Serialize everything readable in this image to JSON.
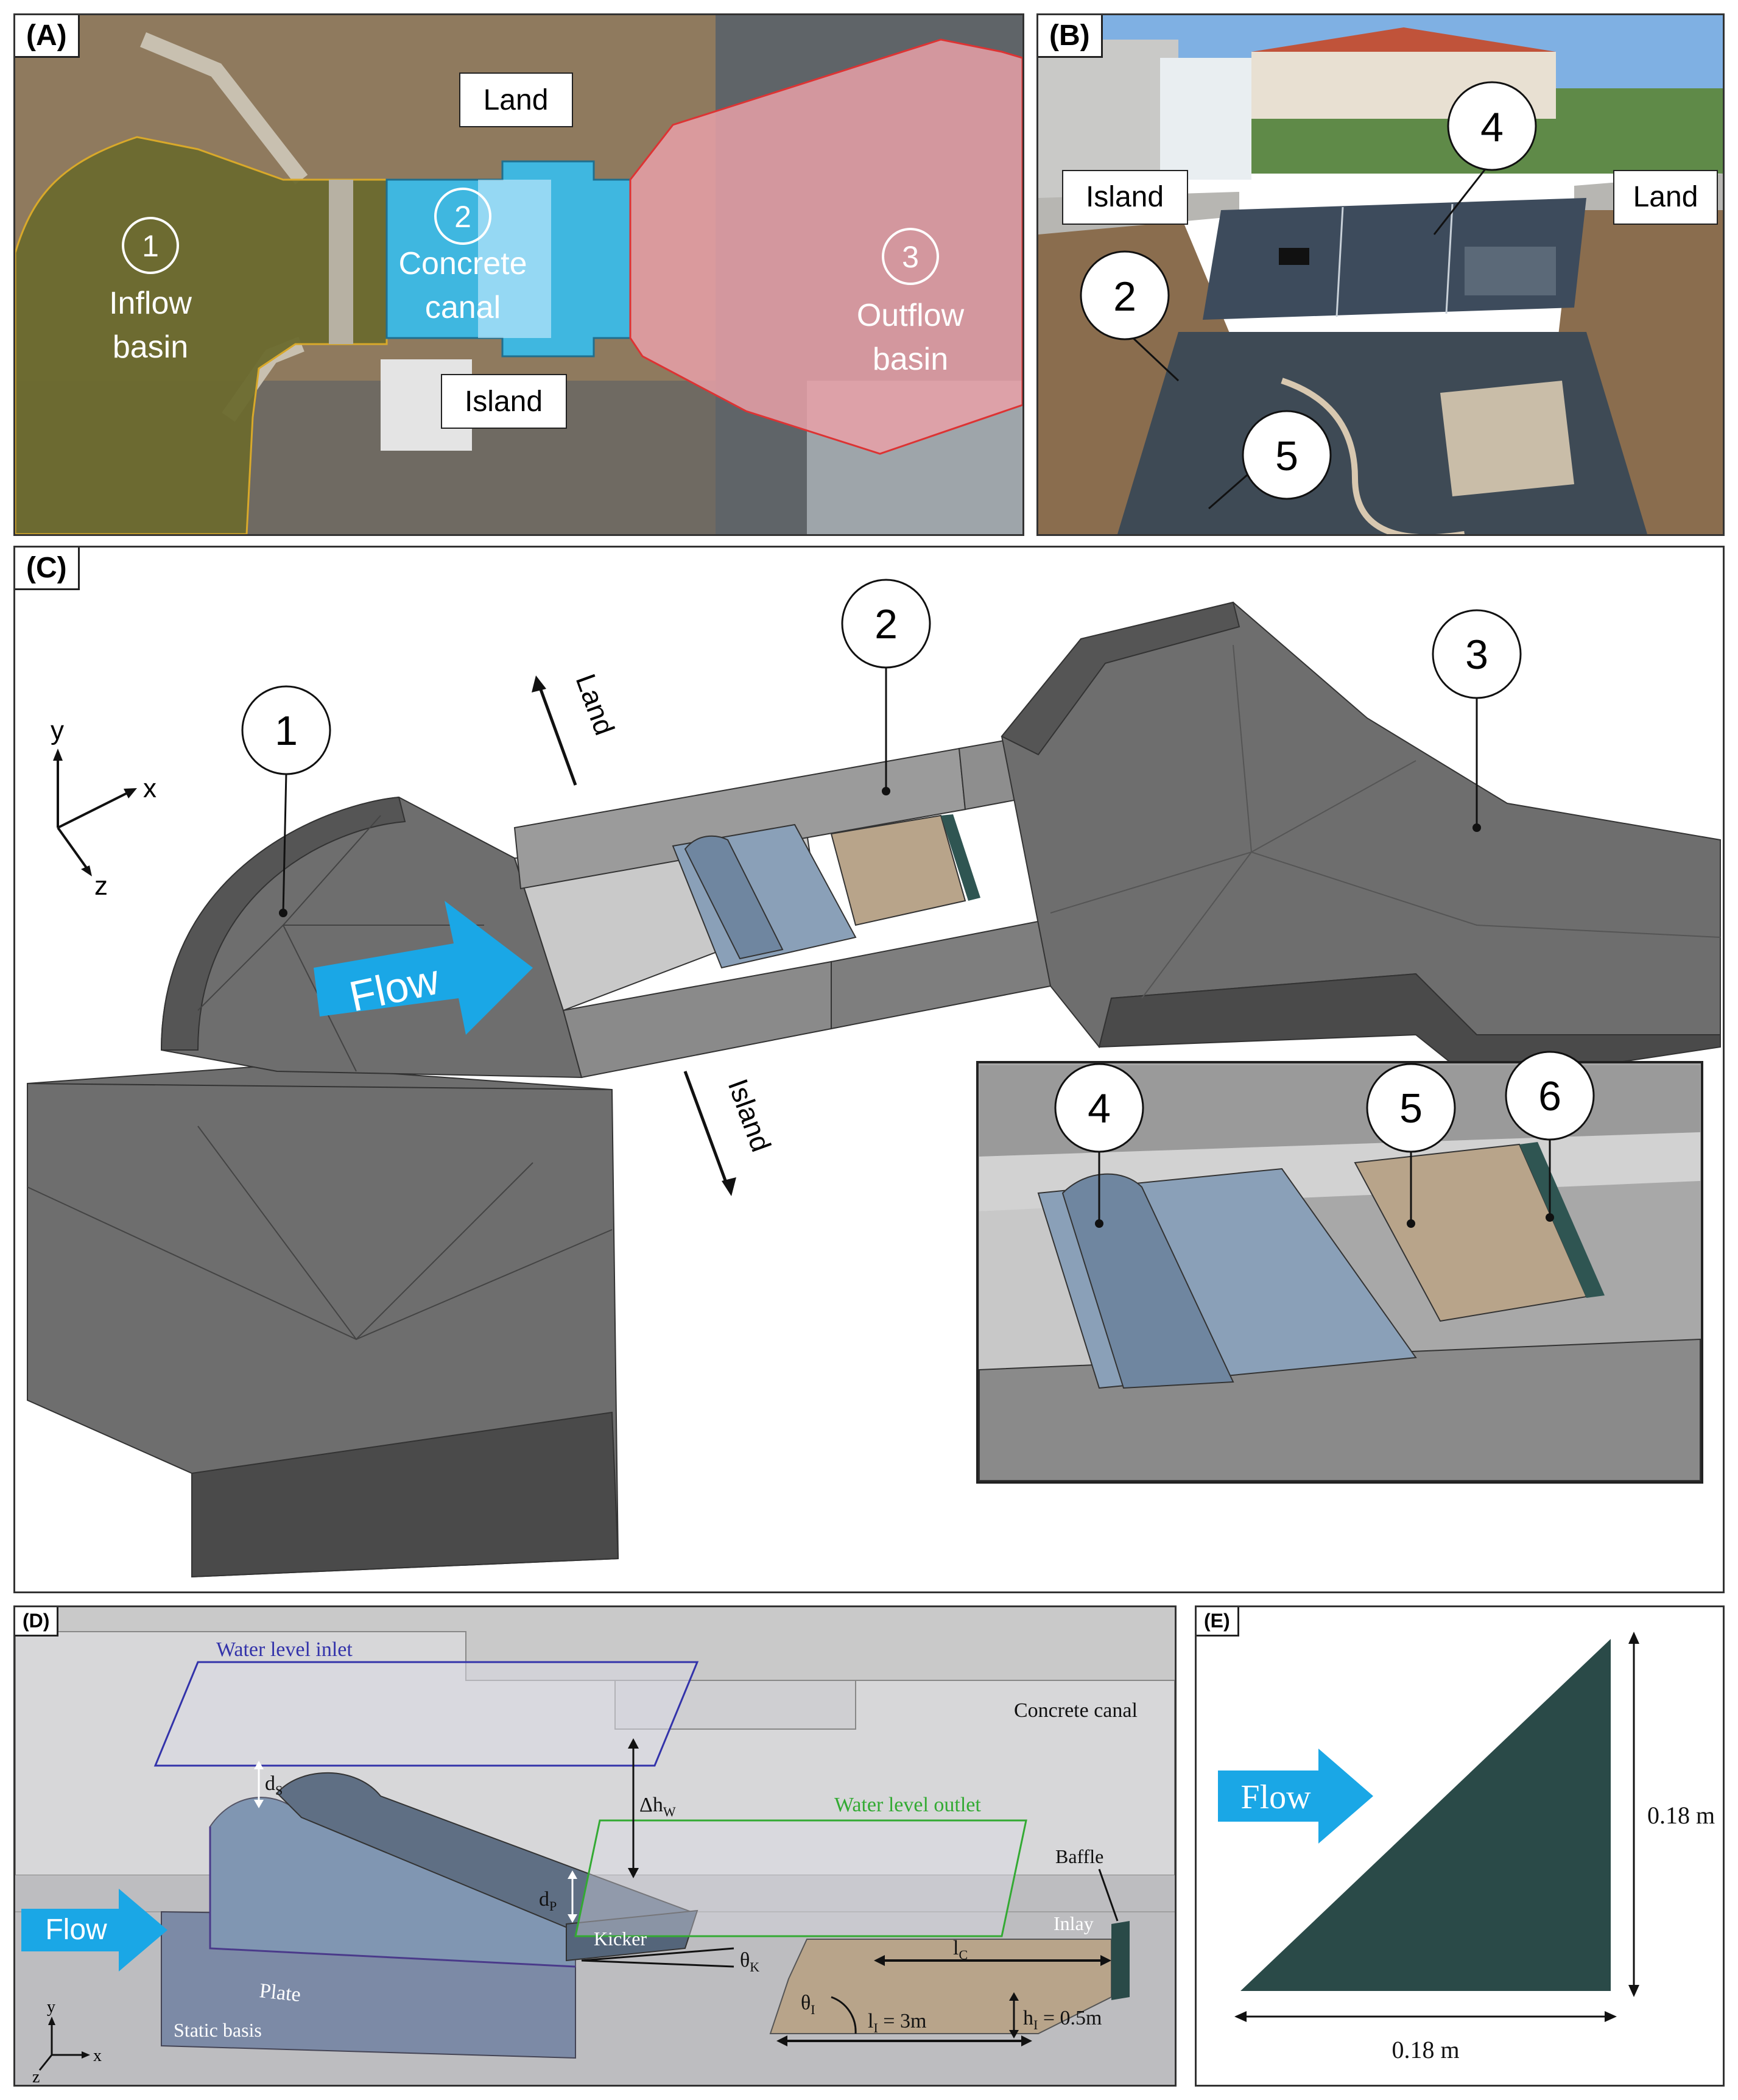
{
  "panels": {
    "A": {
      "tag": "(A)",
      "labels": {
        "land": "Land",
        "island": "Island"
      },
      "zones": [
        {
          "num": "1",
          "line1": "Inflow",
          "line2": "basin"
        },
        {
          "num": "2",
          "line1": "Concrete",
          "line2": "canal"
        },
        {
          "num": "3",
          "line1": "Outflow",
          "line2": "basin"
        }
      ],
      "colors": {
        "inflow": "#6b6a2e",
        "canal": "#3fb7e0",
        "outflow": "#e8a0a8"
      }
    },
    "B": {
      "tag": "(B)",
      "labels": {
        "island": "Island",
        "land": "Land"
      },
      "callouts": [
        "2",
        "4",
        "5"
      ]
    },
    "C": {
      "tag": "(C)",
      "axes": {
        "y": "y",
        "x": "x",
        "z": "z"
      },
      "direction_land": "Land",
      "direction_island": "Island",
      "flow": "Flow",
      "callouts": [
        "1",
        "2",
        "3"
      ],
      "inset_callouts": [
        "4",
        "5",
        "6"
      ],
      "colors": {
        "plate": "#8aa0b8",
        "inlay": "#b8a48a",
        "baffle": "#2f5552",
        "flow_arrow": "#1aa7e6"
      }
    },
    "D": {
      "tag": "(D)",
      "water_inlet": "Water level inlet",
      "water_outlet": "Water level outlet",
      "concrete_canal": "Concrete canal",
      "flow": "Flow",
      "ds": "d",
      "ds_sub": "S",
      "dp": "d",
      "dp_sub": "P",
      "dhw": "Δh",
      "dhw_sub": "W",
      "kicker": "Kicker",
      "theta_k": "θ",
      "theta_k_sub": "K",
      "plate": "Plate",
      "static_basis": "Static basis",
      "baffle": "Baffle",
      "inlay": "Inlay",
      "lc": "l",
      "lc_sub": "C",
      "theta_i": "θ",
      "theta_i_sub": "I",
      "li": "l",
      "li_sub": "I",
      "li_val": " = 3m",
      "hi": "h",
      "hi_sub": "I",
      "hi_val": " = 0.5m",
      "axes": {
        "y": "y",
        "x": "x",
        "z": "z"
      },
      "colors": {
        "inlet": "#3333aa",
        "outlet": "#33aa33"
      }
    },
    "E": {
      "tag": "(E)",
      "flow": "Flow",
      "height": "0.18 m",
      "width": "0.18 m",
      "color": "#2a4a48"
    }
  }
}
